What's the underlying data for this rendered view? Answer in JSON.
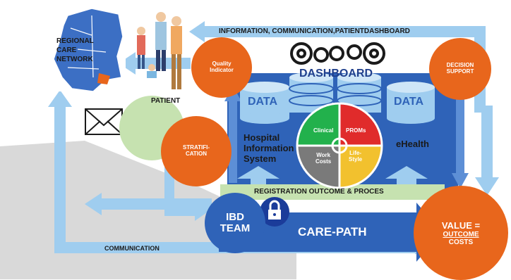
{
  "colors": {
    "arrow_light_blue": "#9fcdef",
    "arrow_dark_blue": "#2f63b8",
    "orange": "#e8661c",
    "light_green": "#c6e2b0",
    "grey_band": "#d6d6d6",
    "clinical": "#22b14c",
    "proms": "#e02b2b",
    "work_costs": "#7a7a7a",
    "lifestyle": "#f2c12e"
  },
  "top_banner": "INFORMATION, COMMUNICATION,PATIENTDASHBOARD",
  "regional_care_network": "REGIONAL\nCARE\nNETWORK",
  "patient": "PATIENT",
  "quality_indicator": "Quality\nIndicator",
  "decision_support": "DECISION\nSUPPORT",
  "stratification": "STRATIFI-\nCATION",
  "dashboard": "DASHBOARD",
  "data_left": "DATA",
  "data_right": "DATA",
  "hospital_info_system": "Hospital\nInformation\nSystem",
  "ehealth": "eHealth",
  "wheel": {
    "clinical": "Clinical",
    "proms": "PROMs",
    "work_costs": "Work\nCosts",
    "lifestyle": "Life-\nStyle"
  },
  "registration_outcome": "REGISTRATION OUTCOME & PROCES",
  "ibd_team": "IBD\nTEAM",
  "care_path": "CARE-PATH",
  "value": {
    "title": "VALUE =",
    "numerator": "OUTCOME",
    "denominator": "COSTS"
  },
  "communication": "COMMUNICATION",
  "icons": [
    "netherlands-map-icon",
    "family-icon",
    "gear-icon",
    "database-icon",
    "envelope-icon",
    "eu-lock-icon",
    "cycle-arrows-icon"
  ]
}
